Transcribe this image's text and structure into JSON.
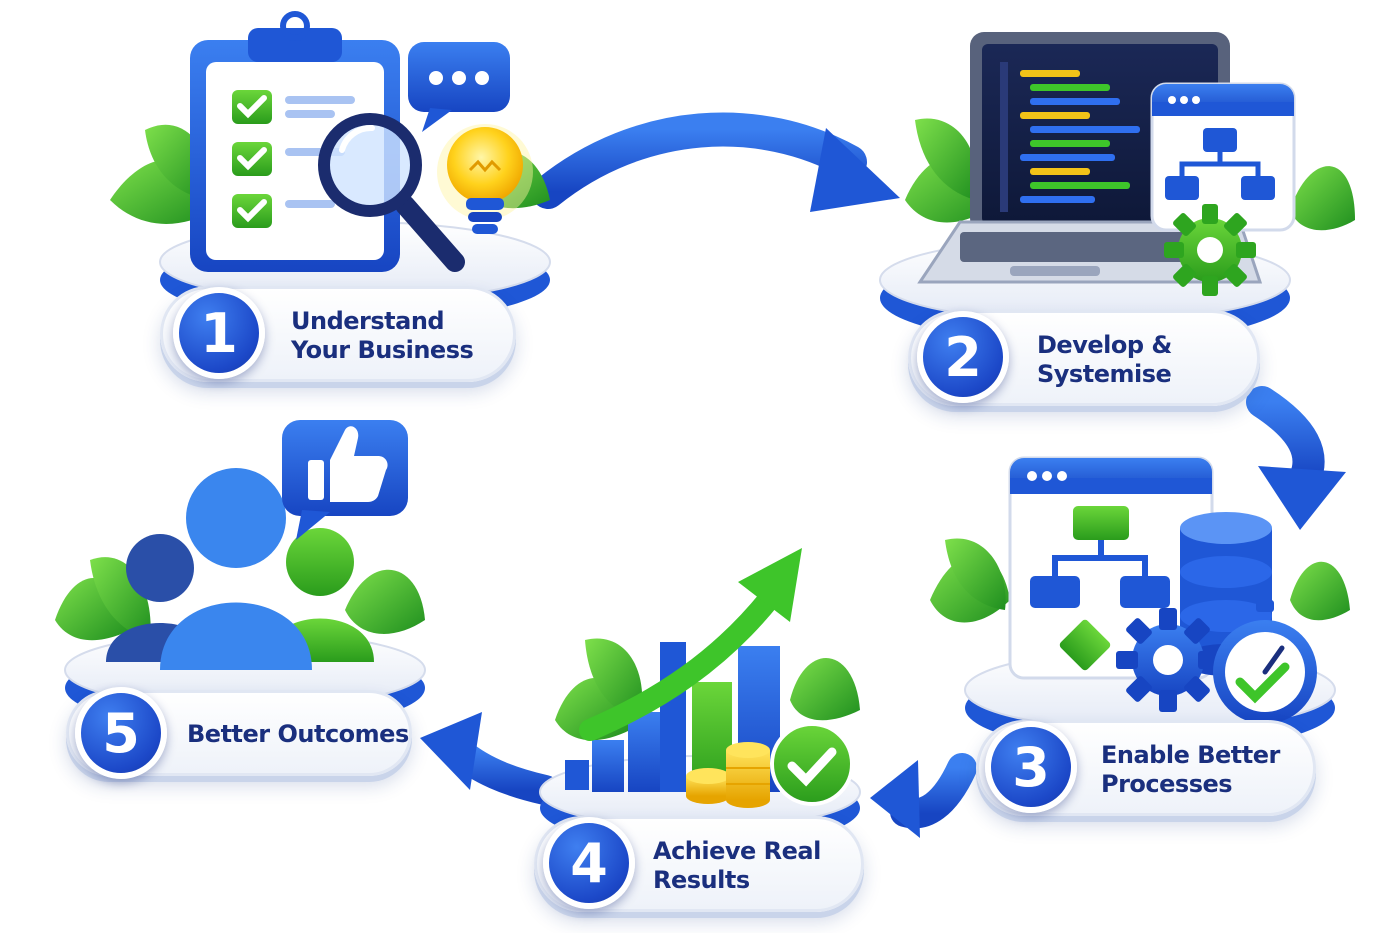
{
  "steps": [
    {
      "number": "1",
      "title_line1": "Understand",
      "title_line2": "Your Business"
    },
    {
      "number": "2",
      "title_line1": "Develop &",
      "title_line2": "Systemise"
    },
    {
      "number": "3",
      "title_line1": "Enable Better",
      "title_line2": "Processes"
    },
    {
      "number": "4",
      "title_line1": "Achieve Real",
      "title_line2": "Results"
    },
    {
      "number": "5",
      "title_line1": "Better Outcomes",
      "title_line2": ""
    }
  ],
  "colors": {
    "primary_blue": "#1f57d6",
    "dark_navy": "#1a2f7e",
    "leaf_green": "#3fbf2a",
    "accent_yellow": "#f5c518",
    "pill_bg": "#f4f6fb"
  },
  "icons": {
    "step1": [
      "clipboard-checklist-icon",
      "magnifier-icon",
      "lightbulb-icon",
      "chat-bubble-icon"
    ],
    "step2": [
      "laptop-code-icon",
      "flowchart-window-icon",
      "gear-icon"
    ],
    "step3": [
      "flowchart-window-icon",
      "database-icon",
      "gear-icon",
      "stopwatch-check-icon"
    ],
    "step4": [
      "bar-chart-growth-icon",
      "coins-icon",
      "check-circle-icon"
    ],
    "step5": [
      "people-group-icon",
      "thumbs-up-icon"
    ]
  }
}
